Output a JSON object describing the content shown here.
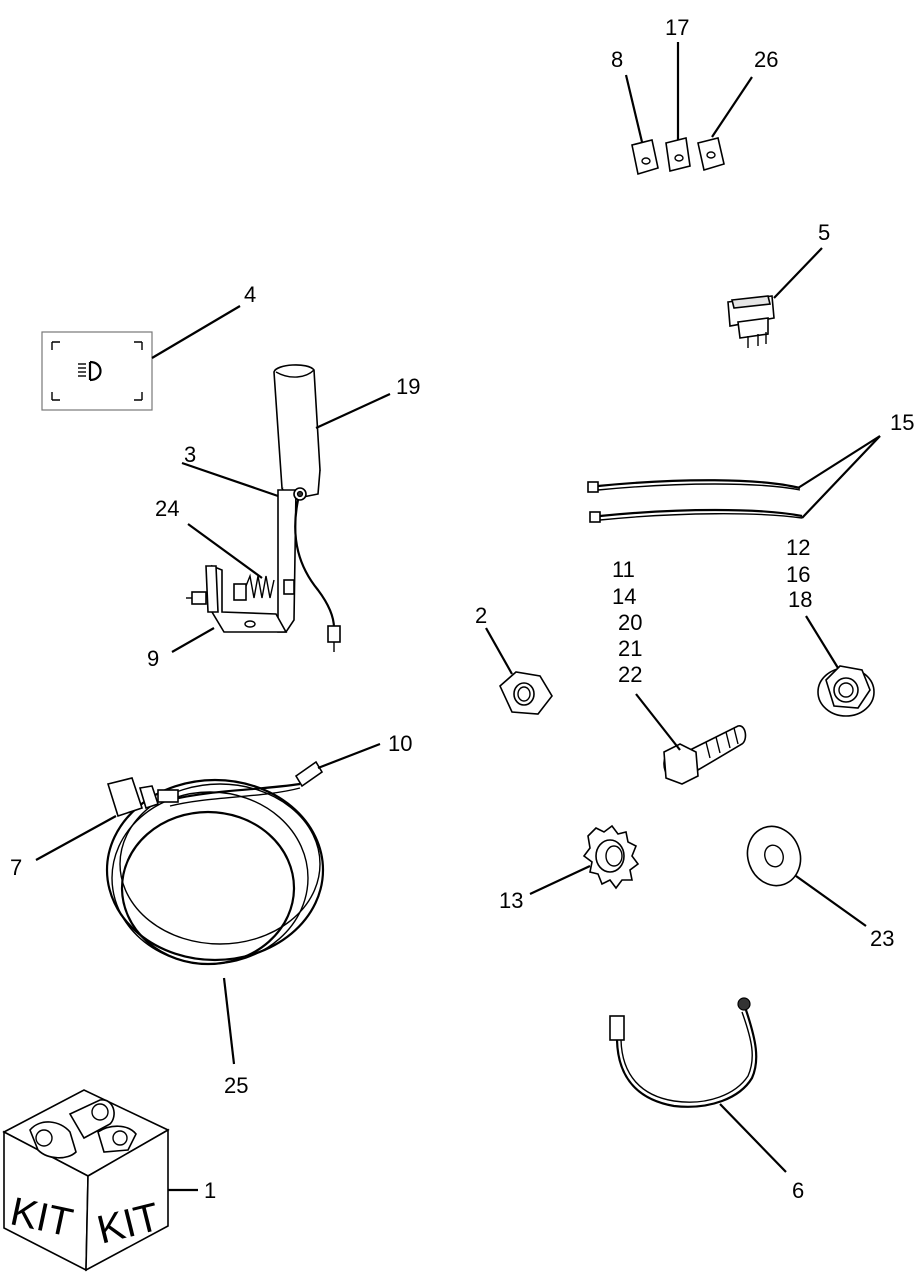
{
  "labels": {
    "l1": "1",
    "l2": "2",
    "l3": "3",
    "l4": "4",
    "l5": "5",
    "l6": "6",
    "l7": "7",
    "l8": "8",
    "l9": "9",
    "l10": "10",
    "l11": "11",
    "l12": "12",
    "l13": "13",
    "l14": "14",
    "l15": "15",
    "l16": "16",
    "l17": "17",
    "l18": "18",
    "l19": "19",
    "l20": "20",
    "l21": "21",
    "l22": "22",
    "l23": "23",
    "l24": "24",
    "l25": "25",
    "l26": "26"
  },
  "kit_box": {
    "face_left": "KIT",
    "face_right": "KIT"
  },
  "colors": {
    "line": "#000000",
    "background": "#ffffff",
    "fill_light": "#e6e6e6"
  }
}
